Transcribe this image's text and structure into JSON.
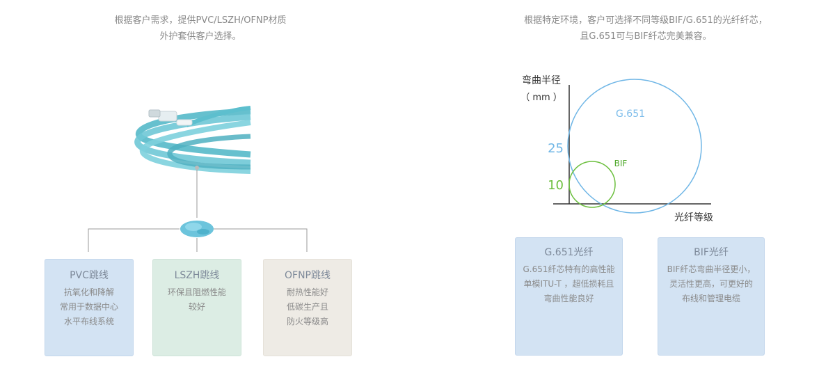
{
  "intro_left": [
    "根据客户需求，提供PVC/LSZH/OFNP材质",
    "外护套供客户选择。"
  ],
  "intro_right": [
    "根据特定环境，客户可选择不同等级BIF/G.651的光纤纤芯，",
    "且G.651可与BIF纤芯完美兼容。"
  ],
  "cards_left": [
    {
      "title": "PVC跳线",
      "lines": [
        "抗氧化和降解",
        "常用于数据中心",
        "水平布线系统"
      ]
    },
    {
      "title": "LSZH跳线",
      "lines": [
        "环保且阻燃性能",
        "较好"
      ]
    },
    {
      "title": "OFNP跳线",
      "lines": [
        "耐热性能好",
        "低碳生产且",
        "防火等级高"
      ]
    }
  ],
  "cards_right": [
    {
      "title": "G.651光纤",
      "lines": [
        "G.651纤芯特有的高性能",
        "单模ITU-T ，超低损耗且",
        "弯曲性能良好"
      ]
    },
    {
      "title": "BIF光纤",
      "lines": [
        "BIF纤芯弯曲半径更小，",
        "灵活性更高，可更好的",
        "布线和管理电缆"
      ]
    }
  ],
  "chart_data": {
    "type": "diagram",
    "ylabel": [
      "弯曲半径",
      "（ mm ）"
    ],
    "xlabel": "光纤等级",
    "y_ticks": [
      {
        "label": "25",
        "value": 25,
        "color": "#6fb6e6"
      },
      {
        "label": "10",
        "value": 10,
        "color": "#6cbf3e"
      }
    ],
    "circles": [
      {
        "name": "G.651",
        "radius_mm": 25,
        "color": "#6fb6e6"
      },
      {
        "name": "BIF",
        "radius_mm": 10,
        "color": "#6cbf3e"
      }
    ]
  }
}
